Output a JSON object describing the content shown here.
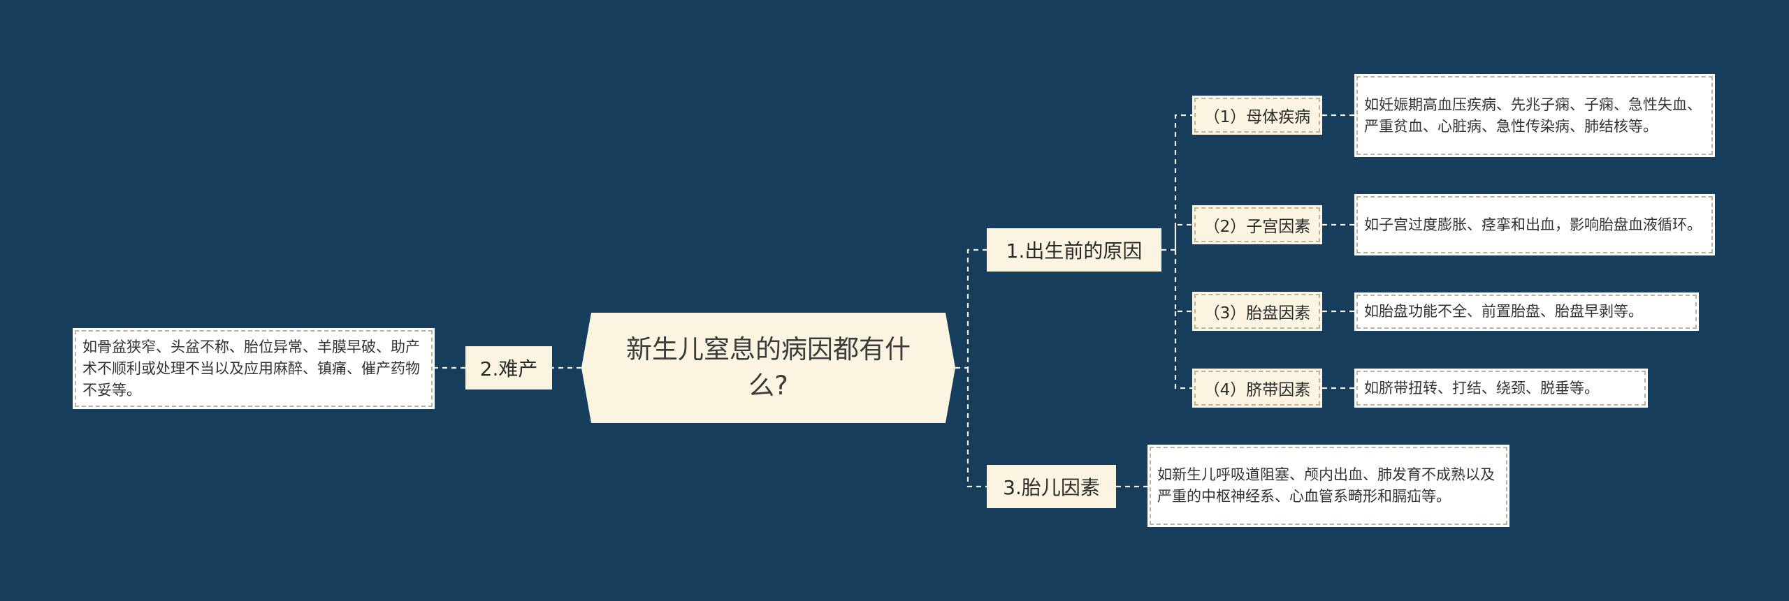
{
  "colors": {
    "background": "#173d5c",
    "node_fill": "#faf4e1",
    "leaf_fill": "#ffffff",
    "connector": "#f5efdf"
  },
  "root": {
    "label": "新生儿窒息的病因都有什么?"
  },
  "branches": {
    "prenatal": {
      "label": "1.出生前的原因"
    },
    "dystocia": {
      "label": "2.难产"
    },
    "fetal": {
      "label": "3.胎儿因素"
    }
  },
  "subs": {
    "maternal": {
      "label": "（1）母体疾病"
    },
    "uterine": {
      "label": "（2）子宫因素"
    },
    "placental": {
      "label": "（3）胎盘因素"
    },
    "umbilical": {
      "label": "（4）脐带因素"
    }
  },
  "leaves": {
    "maternal": "如妊娠期高血压疾病、先兆子痫、子痫、急性失血、严重贫血、心脏病、急性传染病、肺结核等。",
    "uterine": "如子宫过度膨胀、痉挛和出血，影响胎盘血液循环。",
    "placental": "如胎盘功能不全、前置胎盘、胎盘早剥等。",
    "umbilical": "如脐带扭转、打结、绕颈、脱垂等。",
    "dystocia": "如骨盆狭窄、头盆不称、胎位异常、羊膜早破、助产术不顺利或处理不当以及应用麻醉、镇痛、催产药物不妥等。",
    "fetal": "如新生儿呼吸道阻塞、颅内出血、肺发育不成熟以及严重的中枢神经系、心血管系畸形和膈疝等。"
  }
}
